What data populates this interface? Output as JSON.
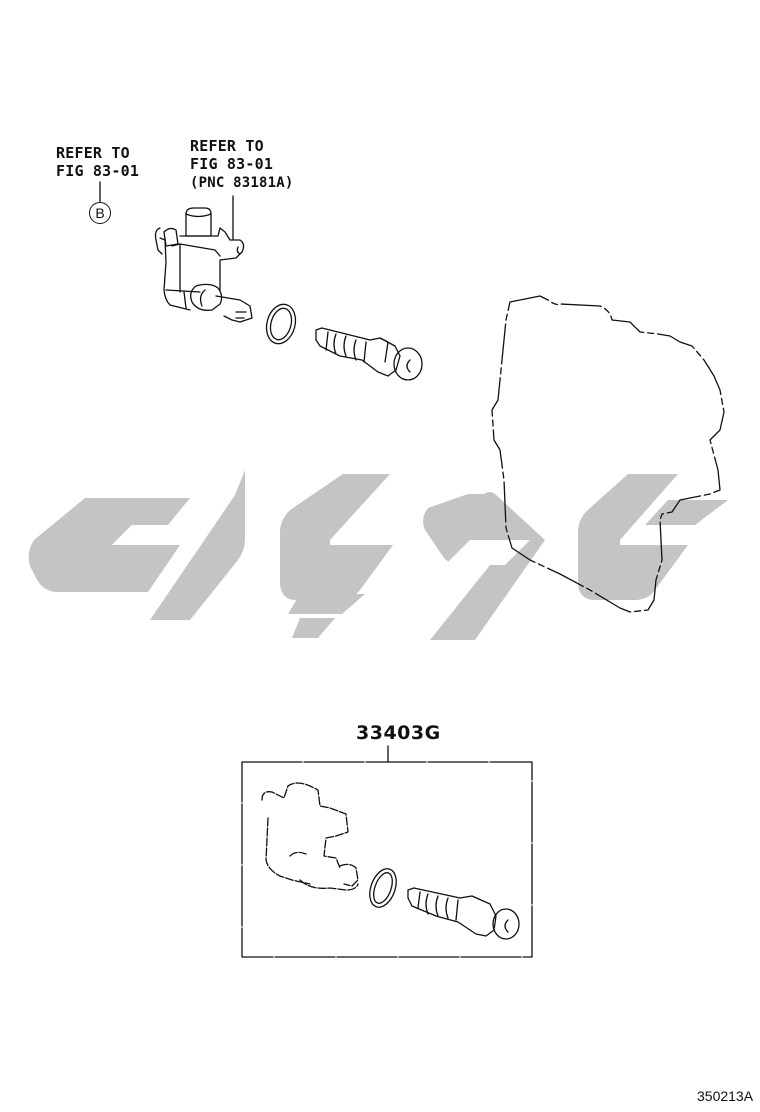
{
  "diagram": {
    "refer_b": {
      "line1": "REFER TO",
      "line2": "FIG 83-01",
      "callout": "B"
    },
    "refer_sensor": {
      "line1": "REFER TO",
      "line2": "FIG 83-01",
      "line3": "(PNC 83181A)"
    },
    "kit": {
      "part_number": "33403G"
    },
    "figure_id": "350213A",
    "parts": [
      {
        "name": "speed-sensor-assembly"
      },
      {
        "name": "o-ring"
      },
      {
        "name": "driven-gear"
      },
      {
        "name": "transmission-case-outline"
      }
    ],
    "watermark": {
      "color": "#c4c4c4"
    },
    "colors": {
      "line": "#111111",
      "background": "#ffffff"
    }
  }
}
